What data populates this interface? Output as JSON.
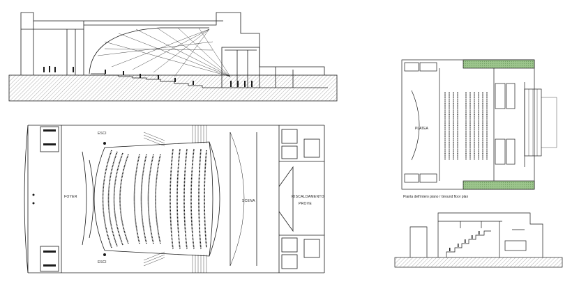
{
  "drawing_sheet": {
    "main_plan": {
      "label_foyer": "FOYER",
      "label_scena": "SCENA",
      "label_riscaldamento": "RISCALDAMENTO",
      "label_prove": "PROVE",
      "label_exit_top": "ESCI",
      "label_exit_bottom": "ESCI"
    },
    "small_plan": {
      "caption": "Pianta dell'intero piano / Ground floor plan",
      "label_platea": "PLATEA"
    },
    "colors": {
      "ink": "#1a1a1a",
      "hatch": "#555555",
      "grass": "#8ab97a",
      "paper": "#ffffff"
    }
  }
}
